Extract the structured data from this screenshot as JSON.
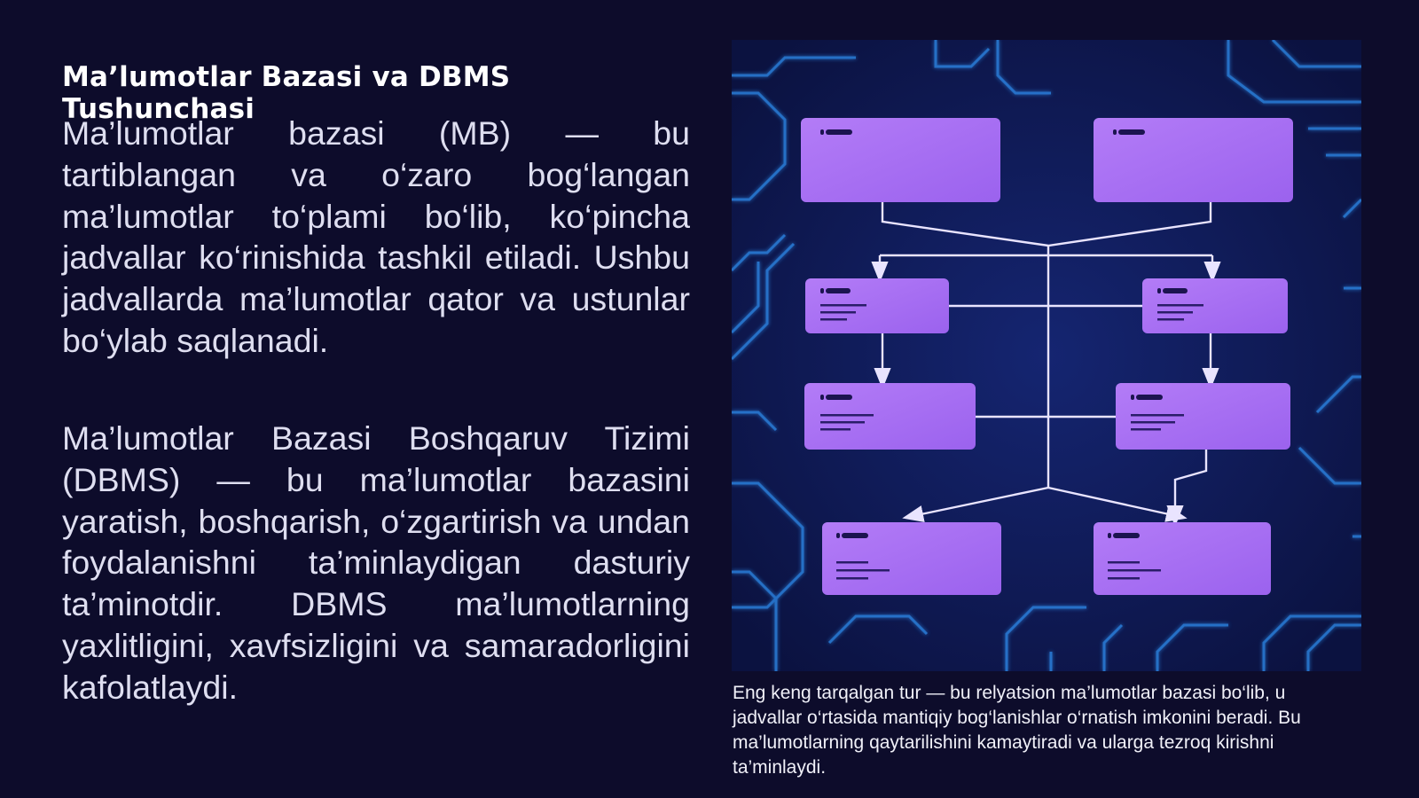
{
  "slide": {
    "title": "Ma’lumotlar Bazasi va DBMS Tushunchasi",
    "paragraphs": [
      "Ma’lumotlar bazasi (MB) — bu tartiblangan va o‘zaro bog‘langan ma’lumotlar to‘plami bo‘lib, ko‘pincha jadvallar ko‘rinishida tashkil etiladi. Ushbu jadvallarda ma’lumotlar qator va ustunlar bo‘ylab saqlanadi.",
      "Ma’lumotlar Bazasi Boshqaruv Tizimi (DBMS) — bu ma’lumotlar bazasini yaratish, boshqarish, o‘zgartirish va undan foydalanishni ta’minlaydigan dasturiy ta’minotdir. DBMS ma’lumotlarning yaxlitligini, xavfsizligini va samaradorligini kafolatlaydi."
    ],
    "figure_caption": "Eng keng tarqalgan tur — bu relyatsion ma’lumotlar bazasi bo‘lib, u jadvallar o‘rtasida mantiqiy bog‘lanishlar o‘rnatish imkonini beradi. Bu ma’lumotlarning qaytarilishini kamaytiradi va ularga tezroq kirishni ta’minlaydi."
  },
  "colors": {
    "background": "#0d0c2b",
    "figure_background": "#0f1a4e",
    "table_box": "#a56cf2",
    "connector": "#e9e4ff",
    "circuit": "#2f8ef0"
  },
  "icons": [
    "database-table-icon",
    "circuit-pattern"
  ]
}
